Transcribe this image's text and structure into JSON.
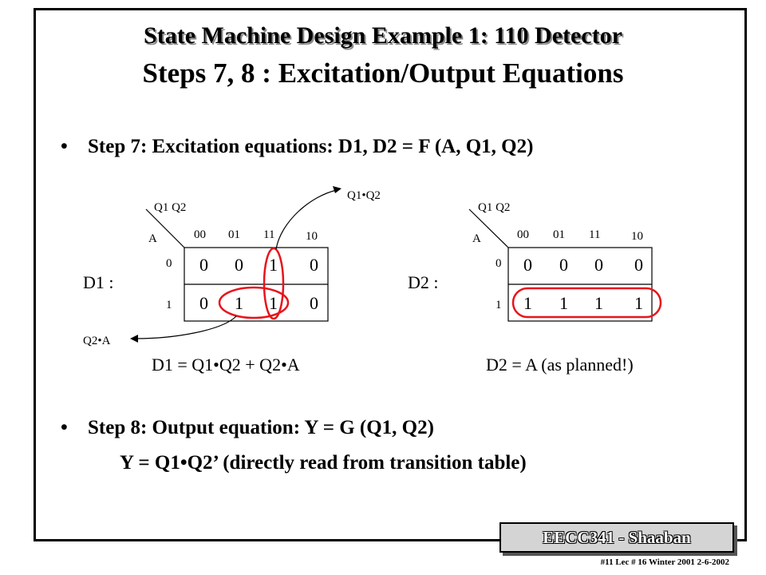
{
  "title": {
    "line1": "State Machine Design Example 1:  110 Detector",
    "line2": "Steps 7, 8 : Excitation/Output Equations"
  },
  "step7": {
    "bullet": "•",
    "text": "Step 7:  Excitation equations: D1, D2 = F (A, Q1, Q2)"
  },
  "kmap_d1": {
    "label": "D1 :",
    "header_vars": "Q1 Q2",
    "row_var": "A",
    "col_labels": [
      "00",
      "01",
      "11",
      "10"
    ],
    "row_labels": [
      "0",
      "1"
    ],
    "cells": [
      [
        "0",
        "0",
        "1",
        "0"
      ],
      [
        "0",
        "1",
        "1",
        "0"
      ]
    ],
    "term_q1q2": "Q1•Q2",
    "term_q2a": "Q2•A",
    "equation": "D1 = Q1•Q2 + Q2•A"
  },
  "kmap_d2": {
    "label": "D2 :",
    "header_vars": "Q1 Q2",
    "row_var": "A",
    "col_labels": [
      "00",
      "01",
      "11",
      "10"
    ],
    "row_labels": [
      "0",
      "1"
    ],
    "cells": [
      [
        "0",
        "0",
        "0",
        "0"
      ],
      [
        "1",
        "1",
        "1",
        "1"
      ]
    ],
    "equation": "D2 = A   (as planned!)"
  },
  "step8": {
    "bullet": "•",
    "text": "Step 8:   Output equation:  Y = G (Q1, Q2)",
    "result": "Y = Q1•Q2’  (directly read from transition table)"
  },
  "footer": {
    "badge": "EECC341  - Shaaban",
    "note": "#11   Lec # 16   Winter 2001  2-6-2002"
  },
  "colors": {
    "loop": "#e8141b",
    "text": "#000000"
  }
}
